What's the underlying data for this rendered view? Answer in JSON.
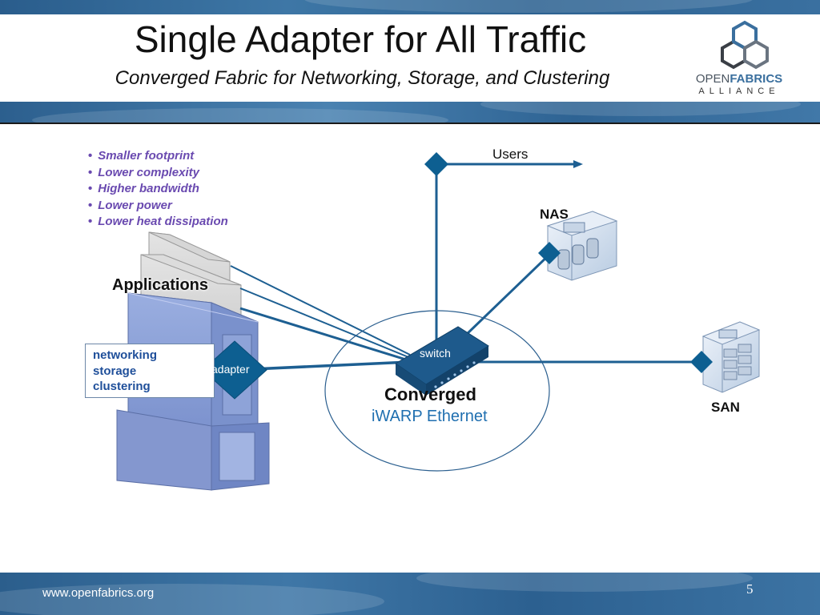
{
  "header": {
    "title": "Single Adapter for All Traffic",
    "subtitle": "Converged Fabric for Networking, Storage, and Clustering"
  },
  "logo": {
    "word_thin": "OPEN",
    "word_bold": "FABRICS",
    "sub": "ALLIANCE",
    "icon": "hexagon-cubes-logo"
  },
  "benefits": [
    "Smaller footprint",
    "Lower complexity",
    "Higher bandwidth",
    "Lower power",
    "Lower heat dissipation"
  ],
  "diagram": {
    "applications_label": "Applications",
    "roles": [
      "networking",
      "storage",
      "clustering"
    ],
    "adapter_label": "adapter",
    "switch_label": "switch",
    "converged_label": "Converged",
    "ethernet_label": "iWARP Ethernet",
    "users_label": "Users",
    "nas_label": "NAS",
    "san_label": "SAN"
  },
  "footer": {
    "url": "www.openfabrics.org",
    "page": "5"
  },
  "colors": {
    "band_blue": "#2f6494",
    "link_blue": "#1d5f92",
    "diamond_blue": "#0d5f91",
    "bullet_purple": "#6a4ab0",
    "role_blue": "#1f4f9a",
    "ethernet_blue": "#1f6fb0"
  }
}
